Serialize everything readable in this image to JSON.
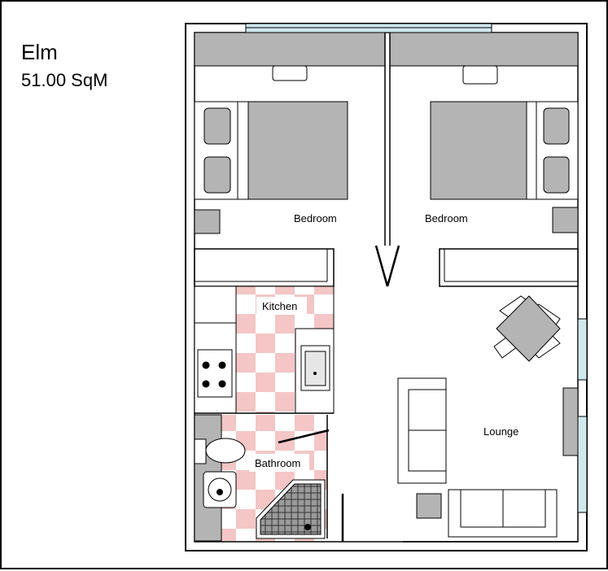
{
  "plan": {
    "name": "Elm",
    "area": "51.00 SqM"
  },
  "rooms": {
    "bedroom_left": "Bedroom",
    "bedroom_right": "Bedroom",
    "kitchen": "Kitchen",
    "bathroom": "Bathroom",
    "lounge": "Lounge"
  },
  "colors": {
    "wall": "#000000",
    "furniture": "#b4b4b4",
    "tile_pink": "#f4c6c6",
    "window": "#cfe8ee",
    "background": "#ffffff"
  }
}
